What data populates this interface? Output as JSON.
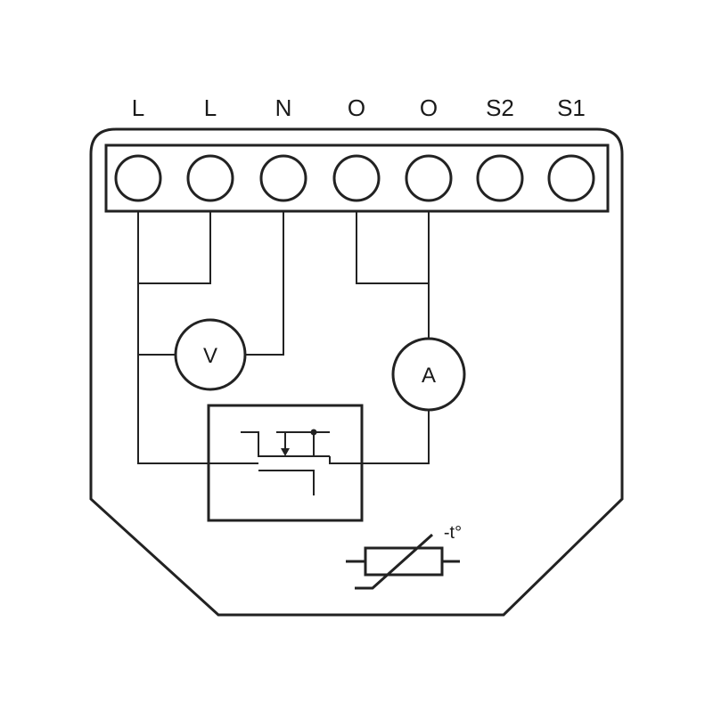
{
  "colors": {
    "stroke": "#222222",
    "background": "#ffffff"
  },
  "terminals": [
    {
      "id": "t1",
      "label": "L"
    },
    {
      "id": "t2",
      "label": "L"
    },
    {
      "id": "t3",
      "label": "N"
    },
    {
      "id": "t4",
      "label": "O"
    },
    {
      "id": "t5",
      "label": "O"
    },
    {
      "id": "t6",
      "label": "S2"
    },
    {
      "id": "t7",
      "label": "S1"
    }
  ],
  "voltmeter": {
    "label": "V"
  },
  "ammeter": {
    "label": "A"
  },
  "thermistor": {
    "label": "-t°"
  }
}
